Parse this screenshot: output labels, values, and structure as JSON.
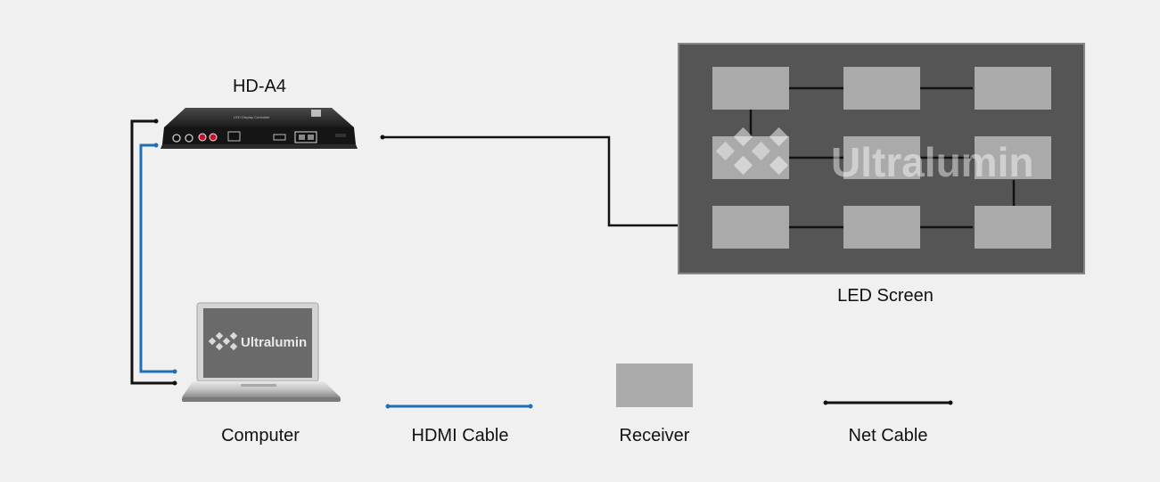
{
  "colors": {
    "background": "#f0f0f0",
    "hdmi_cable": "#1f6fb6",
    "net_cable": "#111111",
    "receiver": "#aaaaaa",
    "led_screen_panel": "#555555",
    "led_screen_border": "#888888"
  },
  "devices": {
    "controller": {
      "label": "HD-A4",
      "icon": "media-player-box-icon"
    },
    "computer": {
      "label": "Computer",
      "icon": "laptop-icon"
    },
    "led_screen": {
      "label": "LED Screen",
      "receiver_rows": 3,
      "receiver_cols": 3
    }
  },
  "watermark": {
    "text": "Ultralumin",
    "icon": "ultralumin-logo-icon"
  },
  "legend": {
    "hdmi": {
      "label": "HDMI Cable"
    },
    "receiver": {
      "label": "Receiver"
    },
    "net": {
      "label": "Net Cable"
    }
  }
}
